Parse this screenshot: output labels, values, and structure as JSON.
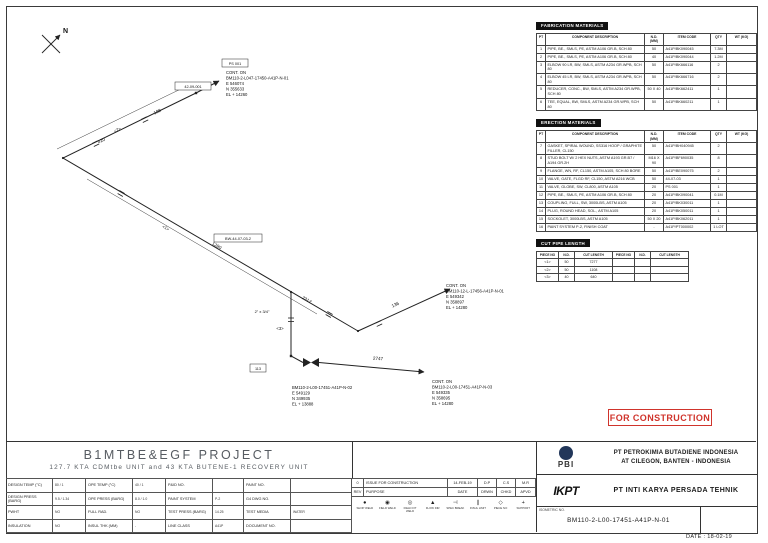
{
  "stamp": {
    "label": "FOR CONSTRUCTION",
    "color": "#d0342c"
  },
  "drawing": {
    "north_label": "N",
    "dims": [
      "420",
      "108",
      "1280",
      "2312",
      "136",
      "2747"
    ],
    "piece_marks": [
      "<2>",
      "<1>",
      "<3>"
    ],
    "notes": {
      "branch": "2\" x 3/4\""
    },
    "tags": [
      "42-09-001",
      "PS 001",
      "BW-44-07-03-2",
      "113"
    ],
    "continuations": [
      {
        "l0": "CONT. ON",
        "l1": "BM110-2-L047-17450-A41P-N-01",
        "l2": "E   546074",
        "l3": "N   355633",
        "l4": "EL + 14260"
      },
      {
        "l0": "CONT. ON",
        "l1": "BM110-12-L-17456-A41P-N-01",
        "l2": "E   549342",
        "l3": "N   358897",
        "l4": "EL + 14280"
      },
      {
        "l0": "CONT. ON",
        "l1": "BM110-2-L00-17451-A41P-N-03",
        "l2": "E   549335",
        "l3": "N   358695",
        "l4": "EL + 14280"
      },
      {
        "l0": "",
        "l1": "BM110-2-L00-17451-A41P-N-02",
        "l2": "E   549129",
        "l3": "N   349935",
        "l4": "EL + 13888"
      }
    ]
  },
  "materials": {
    "fabrication_title": "FABRICATION MATERIALS",
    "erection_title": "ERECTION MATERIALS",
    "columns": [
      "PT",
      "COMPONENT DESCRIPTION",
      "N.D. (MM)",
      "ITEM CODE",
      "QTY",
      "WT (KG)"
    ],
    "fabrication_rows": [
      [
        "1",
        "PIPE, BE., SMLS, PE, ASTM A106 GR.B, SCH 80",
        "50",
        "A41P/BK090045",
        "7.3M",
        ""
      ],
      [
        "2",
        "PIPE, BE., SMLS, PE, ASTM A106 GR.B, SCH 80",
        "40",
        "A41P/BK090044",
        "1.2M",
        ""
      ],
      [
        "3",
        "ELBOW 90 LR, BW, SMLS, ASTM A234 GR.WPB, SCH 80",
        "50",
        "A41P/BK666116",
        "2",
        ""
      ],
      [
        "4",
        "ELBOW 45 LR, BW, SMLS, ASTM A234 GR.WPB, SCH 80",
        "50",
        "A41P/BK666716",
        "2",
        ""
      ],
      [
        "5",
        "REDUCER, CONC., BW, SMLS, ASTM A234 GR.WPB, SCH 80",
        "50 X 40",
        "A41P/BK662411",
        "1",
        ""
      ],
      [
        "6",
        "TEE, EQUAL, BW, SMLS, ASTM A234 GR.WPB, SCH 80",
        "50",
        "A41P/BK660211",
        "1",
        ""
      ]
    ],
    "erection_rows": [
      [
        "7",
        "GASKET, SPIRAL WOUND, SS316 HOOP / GRAPHITE FILLER, CL150",
        "50",
        "A41P/BH040945",
        "2",
        ""
      ],
      [
        "8",
        "STUD BOLT W/ 2 HEX NUTS, ASTM A193 GR.B7 / A194 GR.2H",
        "M16 X 90",
        "A41P/BF690035",
        "8",
        ""
      ],
      [
        "9",
        "FLANGE, WN, RF, CL150, ASTM A105, SCH 80 BORE",
        "50",
        "A41P/BE090075",
        "2",
        ""
      ],
      [
        "10",
        "VALVE, GATE, FLGD RF, CL150, ASTM A216 WCB",
        "50",
        "44-07-03",
        "1",
        ""
      ],
      [
        "11",
        "VALVE, GLOBE, SW, CL800, ASTM A105",
        "20",
        "PS 001",
        "1",
        ""
      ],
      [
        "12",
        "PIPE, BE., SMLS, PE, ASTM A106 GR.B, SCH 80",
        "20",
        "A41P/BK090041",
        "0.1M",
        ""
      ],
      [
        "13",
        "COUPLING, FULL, SW, 3000LBS, ASTM A105",
        "20",
        "A41P/BK030011",
        "1",
        ""
      ],
      [
        "14",
        "PLUG, ROUND HEAD, SOL., ASTM A105",
        "20",
        "A41P/BK050011",
        "1",
        ""
      ],
      [
        "15",
        "SOCKOLET, 3000LBS, ASTM A105",
        "50 X 20",
        "A41P/BK062011",
        "1",
        ""
      ],
      [
        "16",
        "PAINT SYSTEM P-2, FINISH COAT",
        "-",
        "A41P/PT000002",
        "1 LOT",
        ""
      ]
    ]
  },
  "cut_pipe": {
    "title": "CUT PIPE LENGTH",
    "columns": [
      "PIECE NO",
      "N.D.",
      "CUT LENGTH",
      "PIECE NO",
      "N.D.",
      "CUT LENGTH"
    ],
    "rows": [
      [
        "<1>",
        "50",
        "7277",
        "",
        "",
        ""
      ],
      [
        "<2>",
        "50",
        "1108",
        "",
        "",
        ""
      ],
      [
        "<3>",
        "40",
        "640",
        "",
        "",
        ""
      ]
    ]
  },
  "revision": {
    "headers": [
      "REV",
      "PURPOSE",
      "DATE",
      "DRWN",
      "CHKD",
      "APVD"
    ],
    "rows": [
      [
        "0",
        "ISSUE FOR CONSTRUCTION",
        "14-FEB-19",
        "D.P",
        "C.S",
        "M.R"
      ]
    ]
  },
  "design_table": {
    "rows": [
      [
        "DESIGN TEMP (°C)",
        "80 / 1",
        "OPE TEMP (°C)",
        "40 / 1",
        "P&ID NO.",
        "",
        "PAINT NO.",
        ""
      ],
      [
        "DESIGN PRESS (BARG)",
        "9.5 / 1.34",
        "OPE PRESS (BARG)",
        "8.0 / 1.0",
        "PAINT SYSTEM",
        "P-2",
        "G4 DWG NO.",
        ""
      ],
      [
        "PWHT",
        "NO",
        "FULL RAD.",
        "NO",
        "TEST PRESS (BARG)",
        "14.25",
        "TEST MEDIA",
        "WATER"
      ],
      [
        "INSULATION",
        "NO",
        "INSUL THK (MM)",
        "-",
        "LINE CLASS",
        "A41P",
        "DOCUMENT NO.",
        ""
      ]
    ]
  },
  "legend": {
    "items": [
      {
        "glyph": "●",
        "label": "SHOP WELD"
      },
      {
        "glyph": "◉",
        "label": "FIELD WELD"
      },
      {
        "glyph": "◎",
        "label": "FIELD FIT WELD"
      },
      {
        "glyph": "▲",
        "label": "FLOW DIR"
      },
      {
        "glyph": "⊣",
        "label": "SPEC BREAK"
      },
      {
        "glyph": "∥",
        "label": "INSUL LIMIT"
      },
      {
        "glyph": "◇",
        "label": "PIECE NO"
      },
      {
        "glyph": "+",
        "label": "SUPPORT"
      }
    ]
  },
  "title_block": {
    "project_title": "B1MTBE&EGF  PROJECT",
    "project_subtitle": "127.7 KTA CDMtbe UNIT and 43 KTA BUTENE-1 RECOVERY UNIT",
    "client_abbr": "PBI",
    "client_name_1": "PT PETROKIMIA BUTADIENE INDONESIA",
    "client_name_2": "AT CILEGON, BANTEN  -  INDONESIA",
    "contractor_logo": "IKPT",
    "contractor_name": "PT INTI KARYA PERSADA TEHNIK",
    "iso_no_label": "ISOMETRIC NO.",
    "iso_no": "BM110-2-L00-17451-A41P-N-01",
    "date_note": "DATE : 18-02-19"
  }
}
